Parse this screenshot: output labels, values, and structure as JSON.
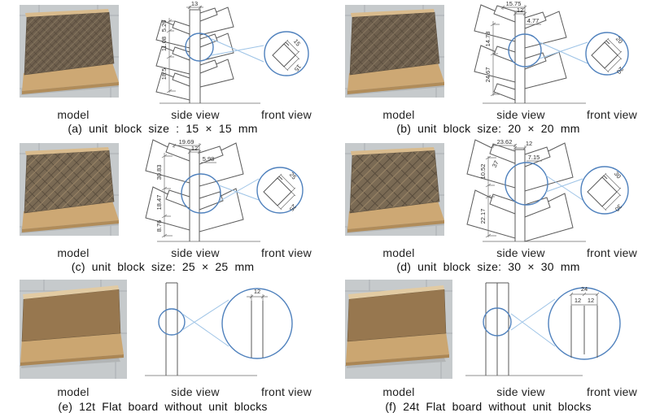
{
  "figure": {
    "view_labels": {
      "model": "model",
      "side_view": "side view",
      "front_view": "front view"
    },
    "panels": {
      "a": {
        "caption": "(a) unit block size : 15 × 15 mm",
        "side_dims": {
          "top_width": "13",
          "first_offset": "5.26",
          "spacing1": "11.08",
          "spacing2": "18.5"
        },
        "front_dims": {
          "block_width": "15",
          "block_height": "15"
        }
      },
      "b": {
        "caption": "(b) unit block size: 20 × 20 mm",
        "side_dims": {
          "top_width": "15.75",
          "board_thickness": "12",
          "first_offset": "4.77",
          "spacing1": "14.78",
          "spacing2": "24.67"
        },
        "front_dims": {
          "block_width": "20",
          "block_height": "20"
        }
      },
      "c": {
        "caption": "(c) unit block size: 25 × 25 mm",
        "side_dims": {
          "top_width": "19.69",
          "board_thickness": "12",
          "first_offset": "5.98",
          "spacing1": "30.83",
          "spacing2": "18.47",
          "spacing3": "8.76"
        },
        "front_dims": {
          "block_width": "25",
          "block_height": "25"
        }
      },
      "d": {
        "caption": "(d) unit block size: 30 × 30 mm",
        "side_dims": {
          "top_width": "23.62",
          "board_thickness": "12",
          "first_offset": "7.15",
          "spacing1": "10.52",
          "slope_length": "37",
          "spacing2": "22.17"
        },
        "front_dims": {
          "block_width": "30",
          "block_height": "30"
        }
      },
      "e": {
        "caption": "(e) 12t Flat board without unit blocks",
        "front_dims": {
          "board_thickness": "12"
        }
      },
      "f": {
        "caption": "(f) 24t Flat board without unit blocks",
        "front_dims": {
          "total_thickness": "24",
          "layer1_thickness": "12",
          "layer2_thickness": "12"
        }
      }
    },
    "colors": {
      "callout_circle_blue": "#4f81bd",
      "connector_line_blue": "#9dc3e6",
      "drawing_line_gray": "#5a5a5a",
      "board_tan": "#cda874",
      "diffuser_face_brown": "#6f604e",
      "tile_floor_gray": "#c6cacc"
    }
  }
}
